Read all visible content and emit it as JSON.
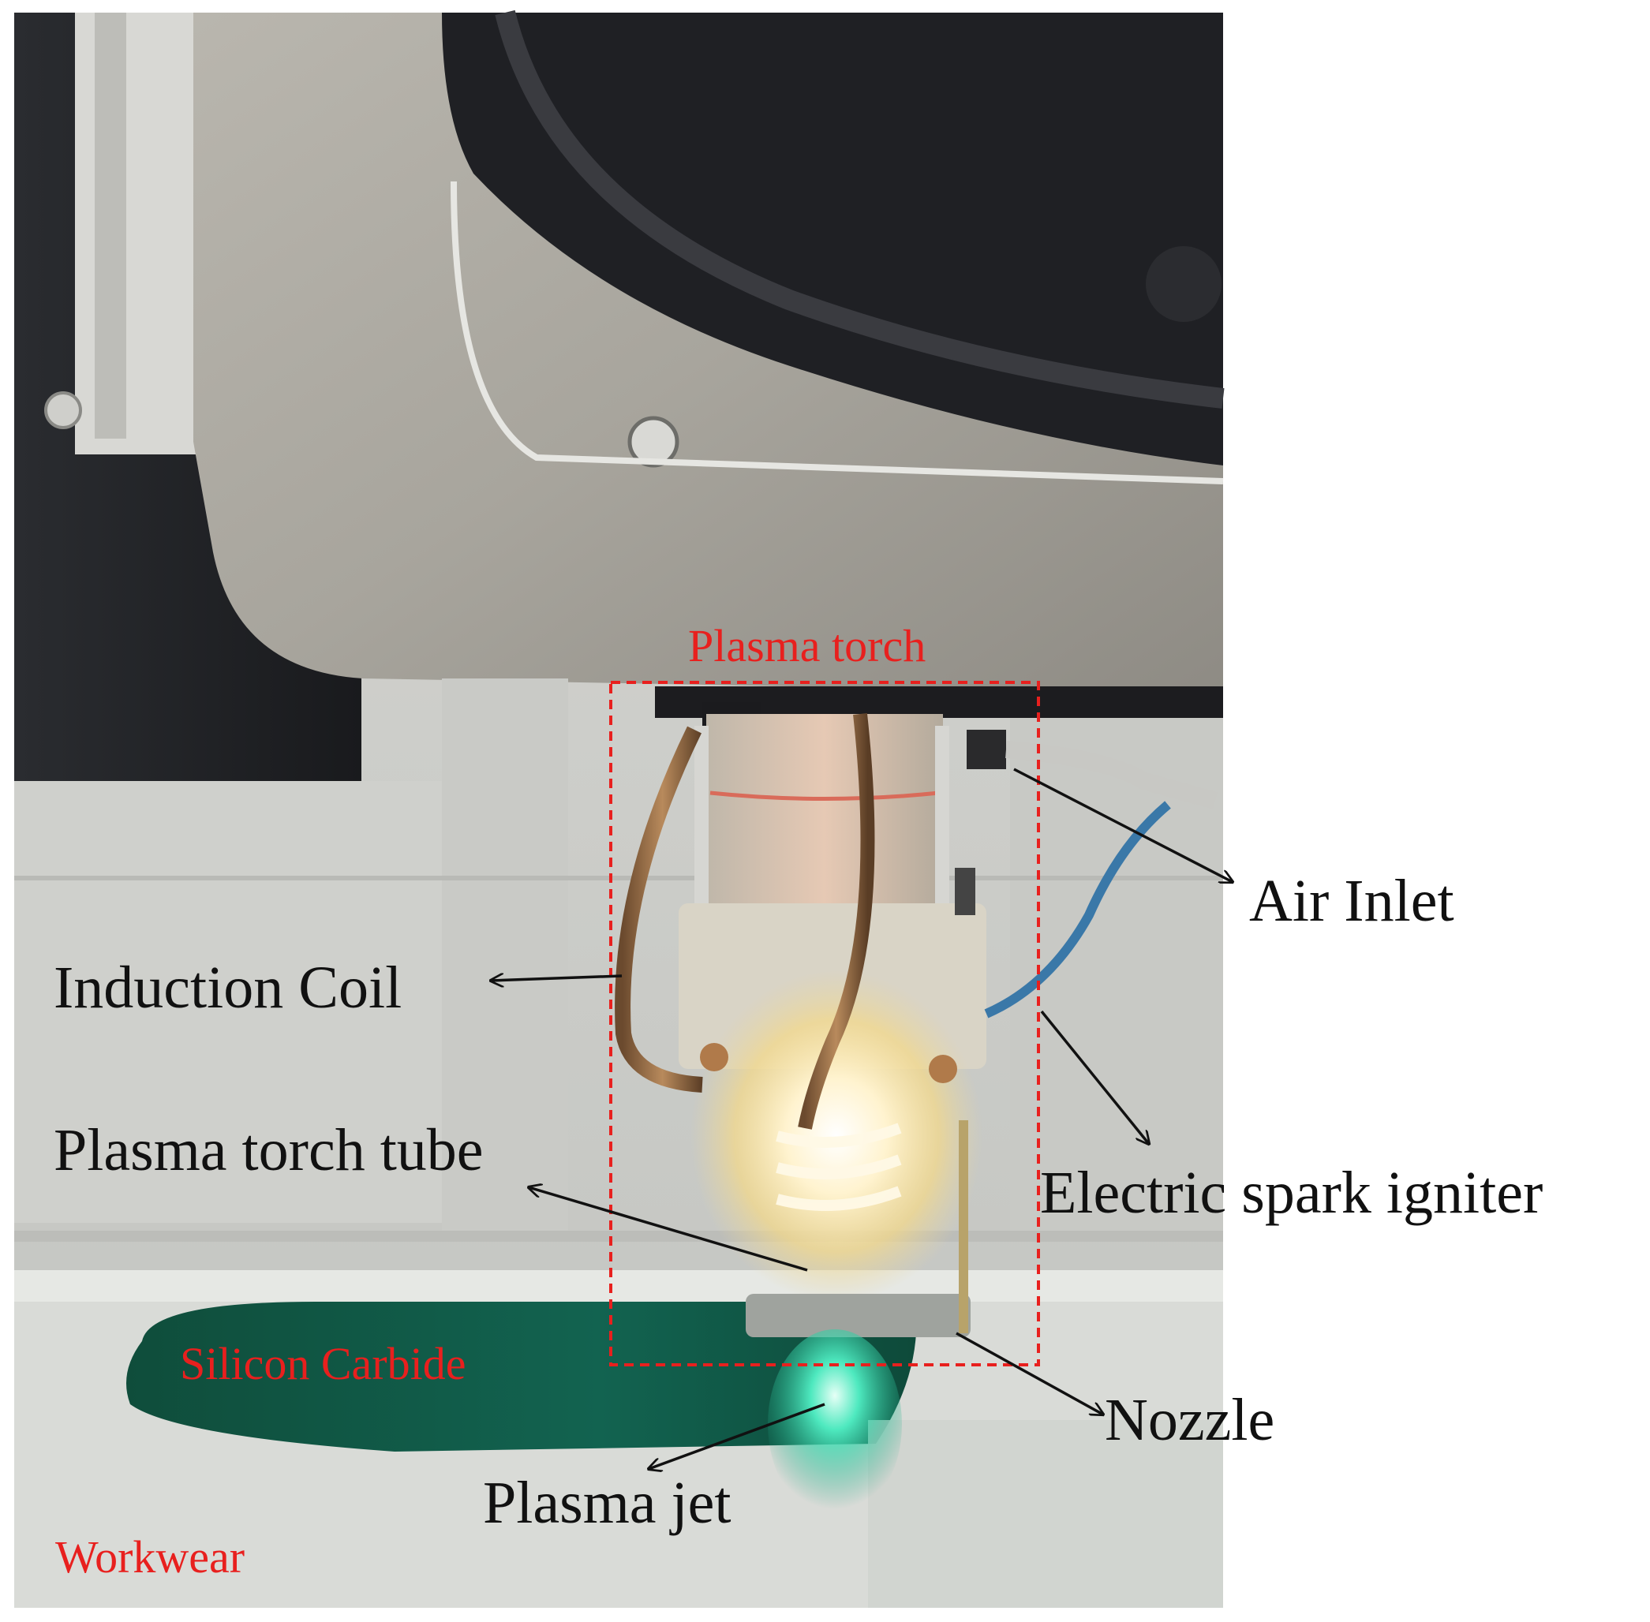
{
  "labels": {
    "plasma_torch": "Plasma torch",
    "air_inlet": "Air Inlet",
    "induction_coil": "Induction Coil",
    "electric_spark_igniter": "Electric spark igniter",
    "plasma_torch_tube": "Plasma torch tube",
    "silicon_carbide": "Silicon Carbide",
    "nozzle": "Nozzle",
    "plasma_jet": "Plasma jet",
    "workwear": "Workwear"
  },
  "colors": {
    "red_label": "#e8201e",
    "black_label": "#111111",
    "dashed_box": "#e8201e",
    "arrow": "#111111",
    "wafer": "#0f5a45",
    "plasma_glow": "#fff6d8",
    "jet_glow": "#3fe0b0"
  }
}
